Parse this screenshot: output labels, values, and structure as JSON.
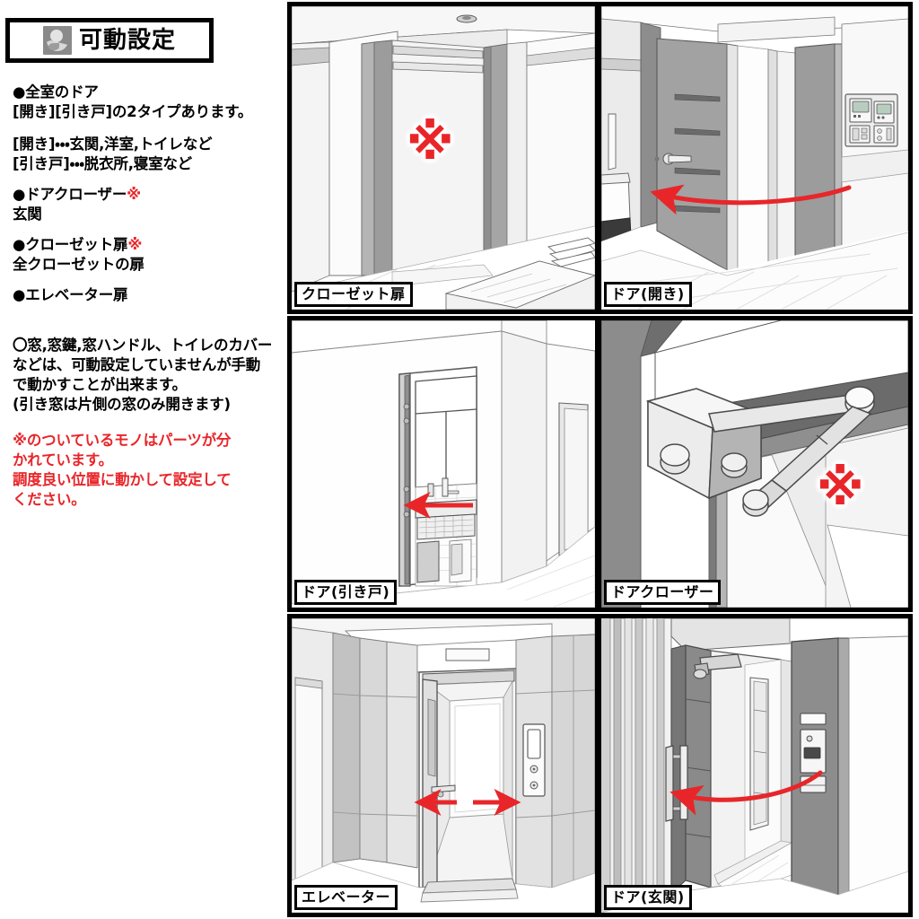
{
  "header": {
    "title": "可動設定",
    "icon": "hand-ball-icon"
  },
  "notes": {
    "block_a": "●全室のドア\n[開き][引き戸]の2タイプあります。",
    "block_b": "[開き]・・・玄関,洋室,トイレなど\n[引き戸]・・・脱衣所,寝室など",
    "block_c_main": "●ドアクローザー",
    "block_c_mark": "※",
    "block_c_sub": "玄関",
    "block_d_main": "●クローゼット扉",
    "block_d_mark": "※",
    "block_d_sub": "全クローゼットの扉",
    "block_e": "●エレベーター扉",
    "block_f": "〇窓,窓鍵,窓ハンドル、トイレのカバー\nなどは、可動設定していませんが手動\nで動かすことが出来ます。\n(引き窓は片側の窓のみ開きます)",
    "block_g": "※のついているモノはパーツが分\nかれています。\n調度良い位置に動かして設定して\nください。"
  },
  "panels": [
    {
      "id": "closet-door",
      "caption": "クローゼット扉",
      "mark": "※",
      "has_mark": true,
      "arrow": "none"
    },
    {
      "id": "door-swing",
      "caption": "ドア(開き)",
      "mark": "",
      "has_mark": false,
      "arrow": "curve-left"
    },
    {
      "id": "door-sliding",
      "caption": "ドア(引き戸)",
      "mark": "",
      "has_mark": false,
      "arrow": "straight-left"
    },
    {
      "id": "door-closer",
      "caption": "ドアクローザー",
      "mark": "※",
      "has_mark": true,
      "arrow": "none"
    },
    {
      "id": "elevator",
      "caption": "エレベーター",
      "mark": "",
      "has_mark": false,
      "arrow": "double-horizontal"
    },
    {
      "id": "door-entrance",
      "caption": "ドア(玄関)",
      "mark": "",
      "has_mark": false,
      "arrow": "curve-left"
    }
  ],
  "colors": {
    "red": "#e8262a",
    "black": "#000000",
    "icon_bg": "#8a8a8a",
    "wall_light": "#f2f2f2",
    "wall_mid": "#d9d9d9",
    "wall_dark": "#9a9a9a",
    "door_gray": "#9c9c9c"
  }
}
